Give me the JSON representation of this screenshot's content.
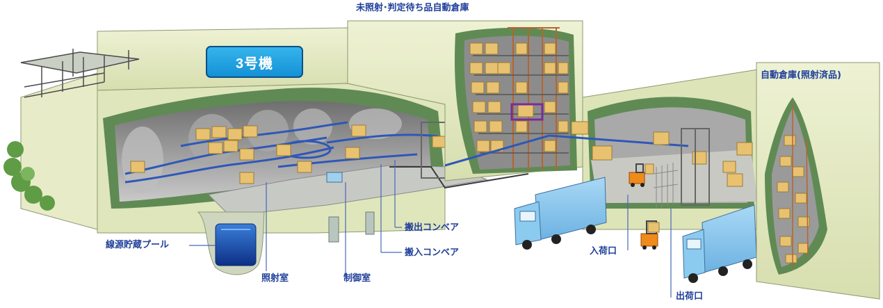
{
  "machine_badge": "3号機",
  "labels": {
    "unirradiated_warehouse": "未照射･判定待ち品自動倉庫",
    "irradiated_warehouse": "自動倉庫(照射済品)",
    "source_pool": "線源貯蔵プール",
    "irradiation_room": "照射室",
    "control_room": "制御室",
    "outgoing_conveyor": "搬出コンベア",
    "incoming_conveyor": "搬入コンベア",
    "receiving_entrance": "入荷口",
    "shipping_exit": "出荷口"
  },
  "colors": {
    "label_text": "#1f3f9a",
    "badge": "#1e9fe0",
    "building": "#e8ecc8",
    "cutaway_green": "#5f8a54",
    "truck": "#7dc0ea",
    "box": "#e8c270",
    "rack": "#b4652e",
    "conveyor": "#2f57b8"
  }
}
